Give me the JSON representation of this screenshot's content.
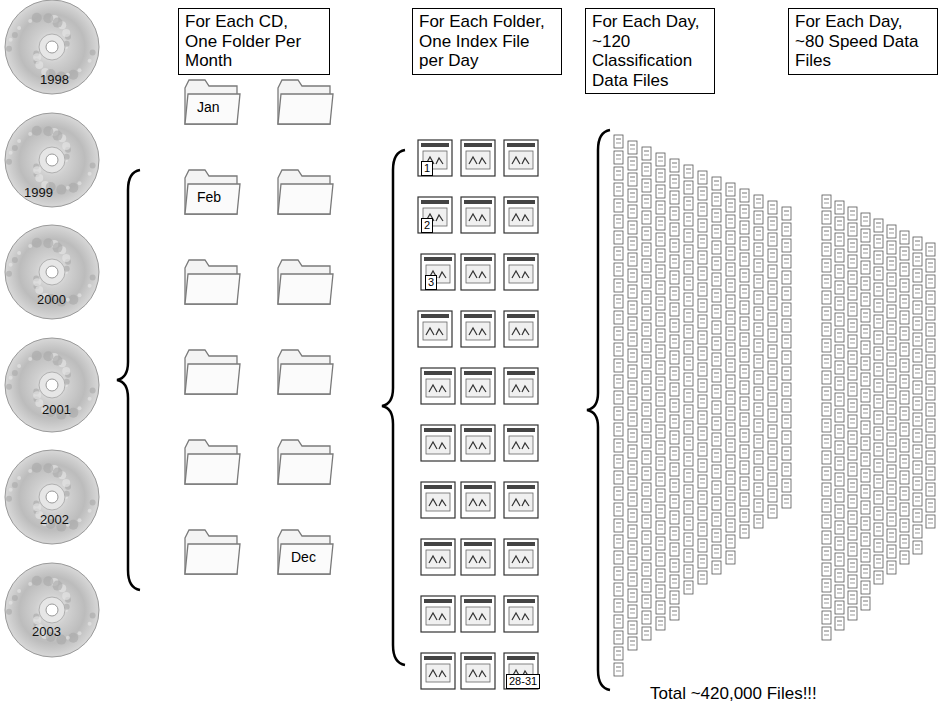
{
  "diagram": {
    "nodes": [
      {
        "text": [
          "For Each CD, One Folder Per Month"
        ]
      },
      {
        "text": [
          "For Each Folder, One Index File per Day"
        ]
      },
      {
        "text": [
          "For Each Day, ~120 Classification Data Files"
        ]
      },
      {
        "text": [
          "For Each Day, ~80 Speed Data Files"
        ]
      }
    ],
    "labels": [
      "1998",
      "1999",
      "2000",
      "2001",
      "2002",
      "2003",
      "Jan",
      "Feb",
      "Dec",
      "1",
      "2",
      "3",
      "28-31",
      "Total ~420,000 Files!!!"
    ]
  }
}
